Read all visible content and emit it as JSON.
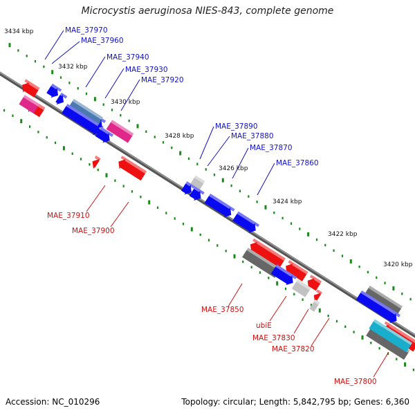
{
  "title": "Microcystis aeruginosa NIES-843, complete genome",
  "footer": {
    "accession": "Accession: NC_010296",
    "summary": "Topology: circular; Length: 5,842,795 bp; Genes: 6,360"
  },
  "colors": {
    "forward_strand": "#0a0af0",
    "reverse_strand": "#ee1111",
    "pink": "#e0288a",
    "steel": "#4a7ab0",
    "gray": "#666666",
    "light_gray": "#c2c2c2",
    "teal": "#19aecb",
    "backbone": "#7a7a7a",
    "tick": "#1a8a1a"
  },
  "scale_labels": [
    "3434 kbp",
    "3432 kbp",
    "3430 kbp",
    "3428 kbp",
    "3426 kbp",
    "3424 kbp",
    "3422 kbp",
    "3420 kbp"
  ],
  "genes_top": [
    "MAE_37970",
    "MAE_37960",
    "MAE_37940",
    "MAE_37930",
    "MAE_37920",
    "MAE_37890",
    "MAE_37880",
    "MAE_37870",
    "MAE_37860"
  ],
  "genes_bottom": [
    "MAE_37910",
    "MAE_37900",
    "MAE_37850",
    "ubiE",
    "MAE_37830",
    "MAE_37820",
    "MAE_37800"
  ]
}
